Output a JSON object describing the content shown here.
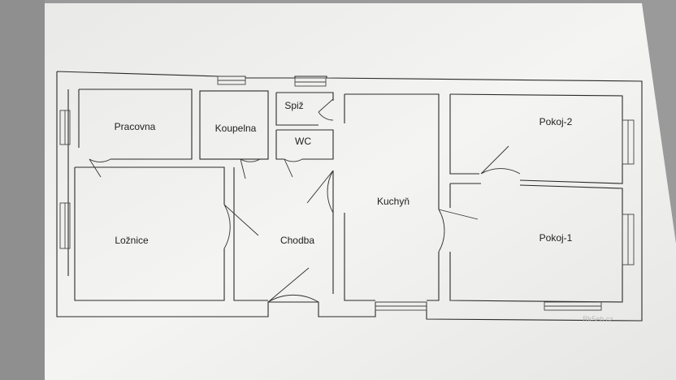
{
  "plan": {
    "rooms": [
      {
        "id": "pracovna",
        "label": "Pracovna"
      },
      {
        "id": "koupelna",
        "label": "Koupelna"
      },
      {
        "id": "spiz",
        "label": "Spiž"
      },
      {
        "id": "wc",
        "label": "WC"
      },
      {
        "id": "loznice",
        "label": "Ložnice"
      },
      {
        "id": "chodba",
        "label": "Chodba"
      },
      {
        "id": "kuchyn",
        "label": "Kuchyň"
      },
      {
        "id": "pokoj2",
        "label": "Pokoj-2"
      },
      {
        "id": "pokoj1",
        "label": "Pokoj-1"
      }
    ],
    "watermark": "Rk5eb.cz"
  },
  "colors": {
    "paper": "#f3f3f1",
    "line": "#2a2a2a"
  }
}
